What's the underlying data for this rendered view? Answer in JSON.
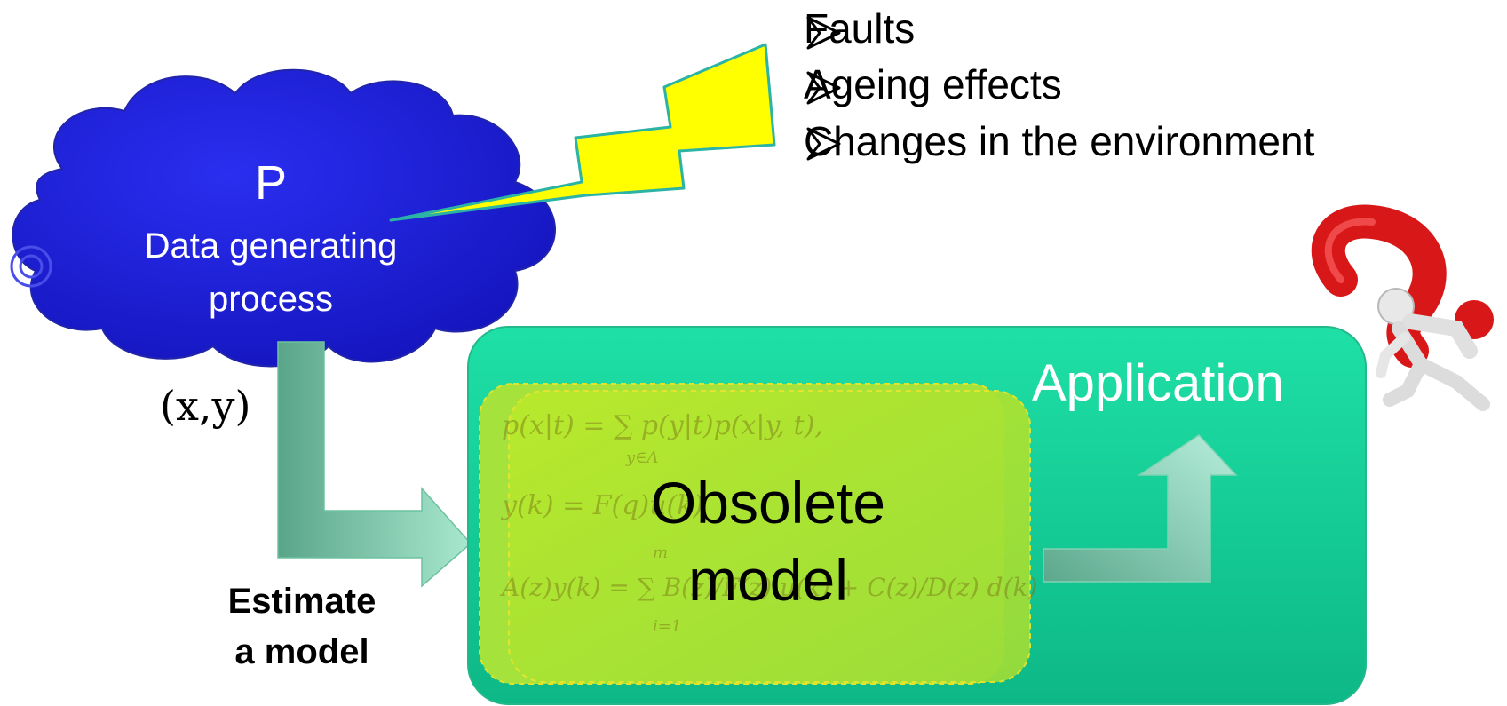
{
  "bullets": [
    "Faults",
    "Ageing effects",
    "Changes in the environment"
  ],
  "cloud": {
    "title": "P",
    "line1": "Data generating",
    "line2": "process"
  },
  "data_label": "(x,y)",
  "estimate": {
    "line1": "Estimate",
    "line2": "a model"
  },
  "application_label": "Application",
  "obsolete": {
    "line1": "Obsolete",
    "line2": "model"
  },
  "formulas": {
    "f1": "p(x|t) = ∑ p(y|t)p(x|y, t),",
    "f1_sub": "y∈Λ",
    "f2": "y(k)  = F(q)u(k)",
    "f3": "A(z)y(k) = ∑ B(z)/F(z) u(k) + C(z)/D(z) d(k)",
    "f3_sup": "m",
    "f3_sub": "i=1"
  },
  "colors": {
    "cloud": "#1a1fd6",
    "bolt": "#ffff00",
    "app_box": "#14d39a",
    "model_box": "#a7e23a",
    "arrow": "#7cc9a6",
    "question_mark": "#e01818"
  },
  "icons": [
    "bullet-arrow-icon",
    "lightning-bolt-icon",
    "question-figure-icon"
  ]
}
